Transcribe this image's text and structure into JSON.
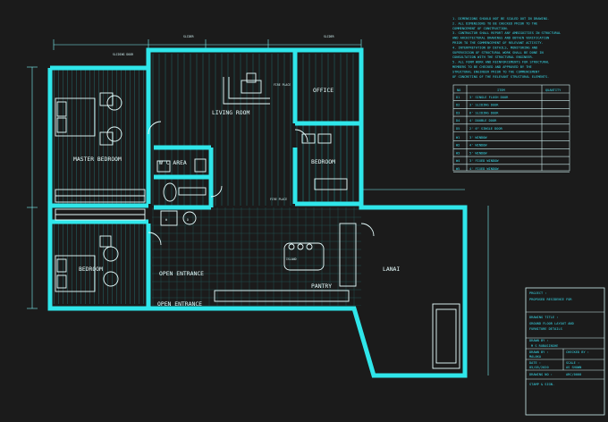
{
  "rooms": {
    "living_room": "LIVING ROOM",
    "office": "OFFICE",
    "master_bedroom": "MASTER BEDROOM",
    "wc_area": "W C AREA",
    "bedroom_right": "BEDROOM",
    "bedroom_left": "BEDROOM",
    "open_entrance_1": "OPEN ENTRANCE",
    "open_entrance_2": "OPEN ENTRANCE",
    "pantry": "PANTRY",
    "lanai": "LANAI",
    "island": "ISLAND"
  },
  "tags": {
    "fire_place_1": "FIRE PLACE",
    "fire_place_2": "FIRE PLACE",
    "sliding_door": "SLIDING DOOR",
    "slider": "SLIDER",
    "w": "W",
    "d": "D"
  },
  "notes": [
    "1. DIMENSIONS SHOULD NOT BE SCALED OUT IN DRAWING.",
    "2. ALL DIMENSIONS TO BE CHECKED PRIOR TO THE",
    "   COMMENCEMENT OF CONSTRUCTION.",
    "3. CONTRACTOR SHALL REPORT ANY AMBIGUITIES IN STRUCTURAL",
    "   AND ARCHITECTURAL DRAWINGS AND OBTAIN VERIFICATION",
    "   PRIOR TO THE COMMENCEMENT OF RELEVANT ACTIVITY.",
    "4. INTERPRETATION OF DETAILS, MONITORING AND",
    "   SUPERVISION OF STRUCTURAL WORK SHALL BE DONE IN",
    "   CONSULTATION WITH THE STRUCTURAL ENGINEER.",
    "5. ALL FORM WORK AND REINFORCEMENTS FOR STRUCTURAL",
    "   MEMBERS TO BE CHECKED AND APPROVED BY THE",
    "   STRUCTURAL ENGINEER PRIOR TO THE COMMENCEMENT",
    "   OF CONCRETING OF THE RELEVANT STRUCTURAL ELEMENTS."
  ],
  "schedule": {
    "headers": [
      "NO",
      "ITEM",
      "QUANTITY"
    ],
    "doors": [
      [
        "D1",
        "3' SINGLE FLUSH DOOR"
      ],
      [
        "D2",
        "3' SLIDING DOOR"
      ],
      [
        "D3",
        "6' SLIDING DOOR"
      ],
      [
        "D4",
        "4' DOUBLE DOOR"
      ],
      [
        "D5",
        "2' 6\" SINGLE DOOR"
      ]
    ],
    "windows": [
      [
        "W1",
        "3' WINDOW"
      ],
      [
        "W2",
        "4' WINDOW"
      ],
      [
        "W3",
        "5' WINDOW"
      ],
      [
        "W4",
        "3' FIXED WINDOW"
      ],
      [
        "W5",
        "4' FIXED WINDOW"
      ]
    ]
  },
  "title_block": {
    "project_label": "PROJECT :",
    "project_value": "PROPOSED RESIDENCE FOR",
    "drawing_title_label": "DRAWING TITLE :",
    "drawing_title_value_1": "GROUND FLOOR LAYOUT AND",
    "drawing_title_value_2": "FURNITURE DETAILS",
    "drawn_by_label": "DRAWN BY :",
    "drawn_by_value": "M S RUBASINGHE",
    "drawn_by_2_label": "DRAWN BY :",
    "drawn_by_2_value": "MALAKA",
    "checked_by_label": "CHECKED BY :",
    "checked_by_value": "",
    "date_label": "DATE :",
    "date_value": "05/05/2020",
    "scale_label": "SCALE :",
    "scale_value": "AS SHOWN",
    "drawing_no_label": "DRAWING NO :",
    "drawing_no_value": "ARC/0000",
    "stamp_label": "STAMP & SIGN."
  },
  "colors": {
    "background": "#1b1b1b",
    "walls": "#2fe6ea",
    "linework": "#e8ffff",
    "accent_text": "#38d8e8"
  }
}
